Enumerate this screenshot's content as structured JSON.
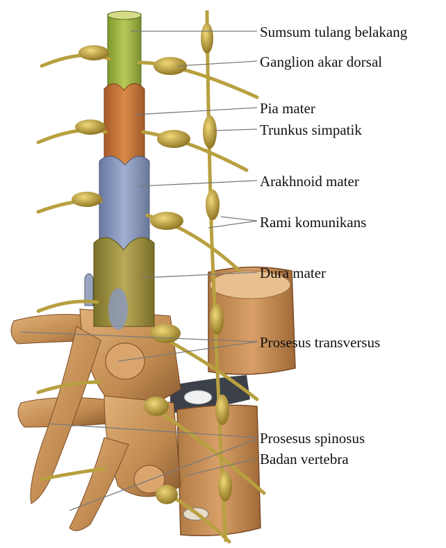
{
  "labels": {
    "spinal_cord": "Sumsum tulang belakang",
    "dorsal_root_ganglion": "Ganglion akar dorsal",
    "pia_mater": "Pia mater",
    "sympathetic_trunk": "Trunkus simpatik",
    "arachnoid_mater": "Arakhnoid mater",
    "rami_communicantes": "Rami komunikans",
    "dura_mater": "Dura mater",
    "transverse_process": "Prosesus transversus",
    "spinous_process": "Prosesus spinosus",
    "vertebral_body": "Badan vertebra"
  },
  "colors": {
    "spinal_cord": "#a8b84a",
    "pia_mater": "#c87a3c",
    "arachnoid_mater": "#8a98b8",
    "dura_mater": "#a89a48",
    "bone": "#c8935a",
    "bone_dark": "#8a5a30",
    "nerve": "#b8a040",
    "ganglion": "#c8a848",
    "ligament": "#3c4048"
  }
}
